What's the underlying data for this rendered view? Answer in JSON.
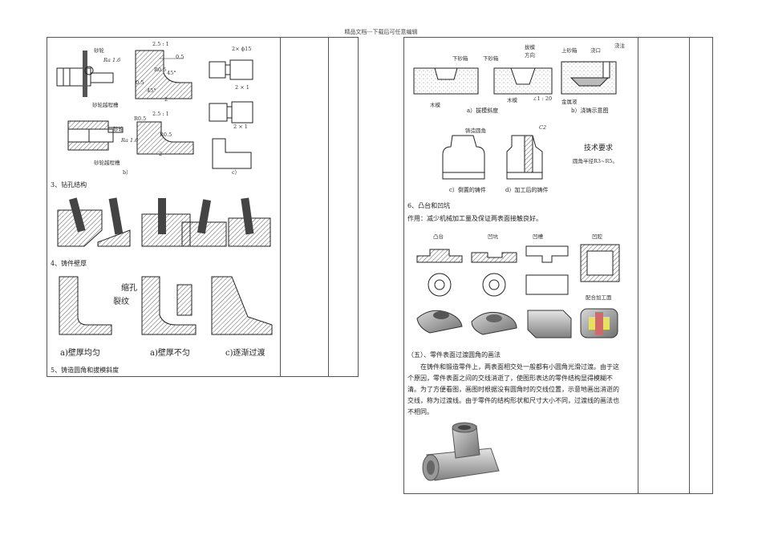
{
  "header": "精品文档---下载后可任意编辑",
  "left": {
    "grinding": {
      "wheel1": "砂轮",
      "ra1": "Ra 1.6",
      "groove1": "砂轮越程槽",
      "scale_a": "2.5 : 1",
      "dim_05a": "0.5",
      "dim_r05a": "R0.5",
      "angle1": "45°",
      "angle2": "45°",
      "dim_05b": "0.5",
      "dim_2a": "2",
      "wheel2": "砂轮",
      "ra2": "Ra 1.6",
      "groove2": "砂轮越程槽",
      "scale_b": "2.5 : 1",
      "dim_r05b": "R0.5",
      "dim_r05c": "R0.5",
      "dim_2b": "2",
      "cap_b": "b）",
      "dim_phi": "2× ϕ15",
      "dim_2x1a": "2 × 1",
      "dim_2x1b": "2 × 1",
      "cap_c": "c）"
    },
    "s3": "3、钻孔结构",
    "s4": "4、铸件壁厚",
    "shrink": "缩孔",
    "crack": "裂纹",
    "cap_wall_a": "a)壁厚均匀",
    "cap_wall_b": "a)壁厚不匀",
    "cap_wall_c": "c)逐渐过渡",
    "s5": "5、铸造圆角和拔模斜度"
  },
  "right": {
    "mold": {
      "lower_box1": "下砂箱",
      "lower_box2": "下砂箱",
      "draft_dir": "拔模方向",
      "upper_box": "上砂箱",
      "runner": "浇口",
      "pouring": "浇注",
      "pattern1": "木模",
      "pattern2": "木模",
      "slope": "∠1 : 20",
      "metal": "金属液",
      "cap_a": "a）拔模斜度",
      "cap_b": "b）浇铸示意图",
      "cast_fillet": "铸造圆角",
      "c2": "C2",
      "tech_title": "技术要求",
      "tech_body": "圆角半径R3~R5。",
      "cap_c": "c）倒置的铸件",
      "cap_d": "d）加工后的铸件"
    },
    "s6": "6、凸台和凹坑",
    "s6_text": "作用：减少机械加工量及保证两表面接触良好。",
    "boss": "凸台",
    "pit": "凹坑",
    "groove": "凹槽",
    "cavity": "凹腔",
    "fit_surface": "配合加工面",
    "s5_title": "（五）、零件表面过渡圆角的画法",
    "para": [
      "在铸件和锻造零件上，两表面相交处一般都有小圆角光滑过渡。由于这",
      "个原因，零件表面之间的交线消逝了，使图形表达的零件结构显得模糊不",
      "清。为了方便看图，画图时根据没有圆角时的交线位置，示意地画出消逝的",
      "交线，称为过渡线。由于零件的结构形状和尺寸大小不同，过渡线的画法也",
      "不相同。"
    ]
  }
}
